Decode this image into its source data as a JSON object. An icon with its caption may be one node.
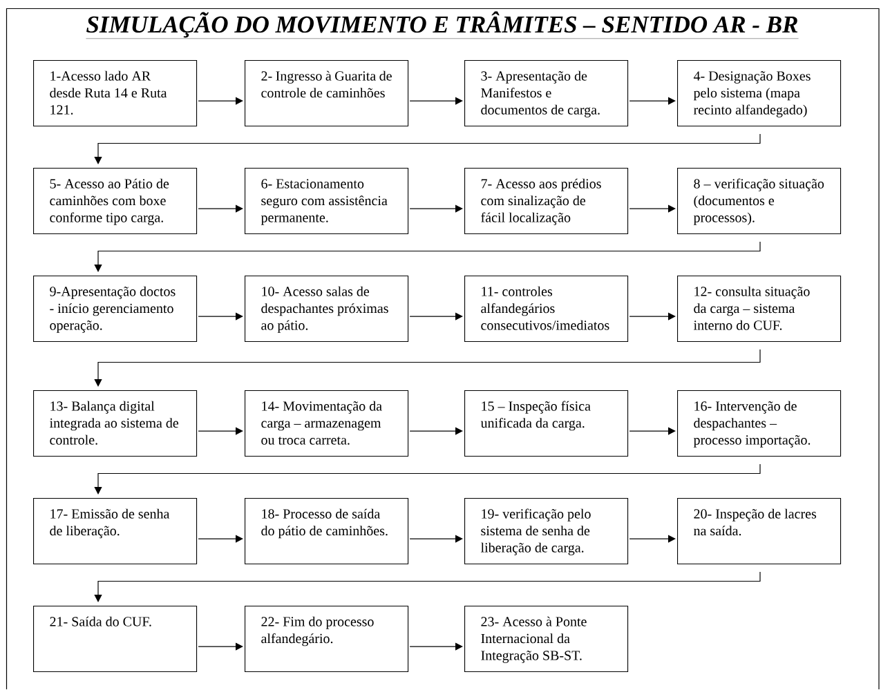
{
  "diagram": {
    "title": "SIMULAÇÃO DO MOVIMENTO E TRÂMITES – SENTIDO AR - BR",
    "nodes": [
      {
        "text": [
          "1-Acesso lado AR desde Ruta 14 e Ruta 121."
        ]
      },
      {
        "text": [
          "2- Ingresso à Guarita de controle de caminhões"
        ]
      },
      {
        "text": [
          "3- Apresentação de Manifestos e documentos de carga."
        ]
      },
      {
        "text": [
          "4- Designação Boxes pelo sistema (mapa recinto alfandegado)"
        ]
      },
      {
        "text": [
          "5- Acesso ao Pátio de caminhões com boxe conforme tipo carga."
        ]
      },
      {
        "text": [
          "6- Estacionamento seguro com assistência permanente."
        ]
      },
      {
        "text": [
          "7- Acesso aos prédios com sinalização de fácil localização"
        ]
      },
      {
        "text": [
          "8 – verificação situação (documentos e processos)."
        ]
      },
      {
        "text": [
          "9-Apresentação doctos - início gerenciamento operação."
        ]
      },
      {
        "text": [
          "10- Acesso salas de despachantes próximas ao pátio."
        ]
      },
      {
        "text": [
          "11- controles alfandegários consecutivos/imediatos"
        ]
      },
      {
        "text": [
          "12- consulta situação da carga – sistema interno do CUF."
        ]
      },
      {
        "text": [
          "13- Balança digital integrada ao sistema de controle."
        ]
      },
      {
        "text": [
          "14- Movimentação da carga – armazenagem ou troca carreta."
        ]
      },
      {
        "text": [
          "15 – Inspeção física unificada da carga."
        ]
      },
      {
        "text": [
          "16- Intervenção de despachantes – processo importação."
        ]
      },
      {
        "text": [
          "17- Emissão de senha de liberação."
        ]
      },
      {
        "text": [
          "18- Processo de saída do pátio de caminhões."
        ]
      },
      {
        "text": [
          "19- verificação pelo sistema de senha de liberação de carga."
        ]
      },
      {
        "text": [
          "20- Inspeção de lacres na saída."
        ]
      },
      {
        "text": [
          "21- Saída do CUF."
        ]
      },
      {
        "text": [
          "22- Fim do processo alfandegário."
        ]
      },
      {
        "text": [
          "23- Acesso à Ponte Internacional da Integração SB-ST."
        ]
      }
    ],
    "edges": [
      {
        "from": 0,
        "to": 1,
        "arrow": "to"
      },
      {
        "from": 1,
        "to": 2,
        "arrow": "to"
      },
      {
        "from": 2,
        "to": 3,
        "arrow": "to"
      },
      {
        "from": 3,
        "to": 4,
        "arrow": "to"
      },
      {
        "from": 4,
        "to": 5,
        "arrow": "to"
      },
      {
        "from": 5,
        "to": 6,
        "arrow": "to"
      },
      {
        "from": 6,
        "to": 7,
        "arrow": "to"
      },
      {
        "from": 7,
        "to": 8,
        "arrow": "to"
      },
      {
        "from": 8,
        "to": 9,
        "arrow": "to"
      },
      {
        "from": 9,
        "to": 10,
        "arrow": "to"
      },
      {
        "from": 10,
        "to": 11,
        "arrow": "to"
      },
      {
        "from": 11,
        "to": 12,
        "arrow": "to"
      },
      {
        "from": 12,
        "to": 13,
        "arrow": "to"
      },
      {
        "from": 13,
        "to": 14,
        "arrow": "to"
      },
      {
        "from": 14,
        "to": 15,
        "arrow": "to"
      },
      {
        "from": 15,
        "to": 16,
        "arrow": "to"
      },
      {
        "from": 16,
        "to": 17,
        "arrow": "to"
      },
      {
        "from": 17,
        "to": 18,
        "arrow": "to"
      },
      {
        "from": 18,
        "to": 19,
        "arrow": "to"
      },
      {
        "from": 19,
        "to": 20,
        "arrow": "to"
      },
      {
        "from": 20,
        "to": 21,
        "arrow": "to"
      },
      {
        "from": 21,
        "to": 22,
        "arrow": "to"
      }
    ]
  }
}
